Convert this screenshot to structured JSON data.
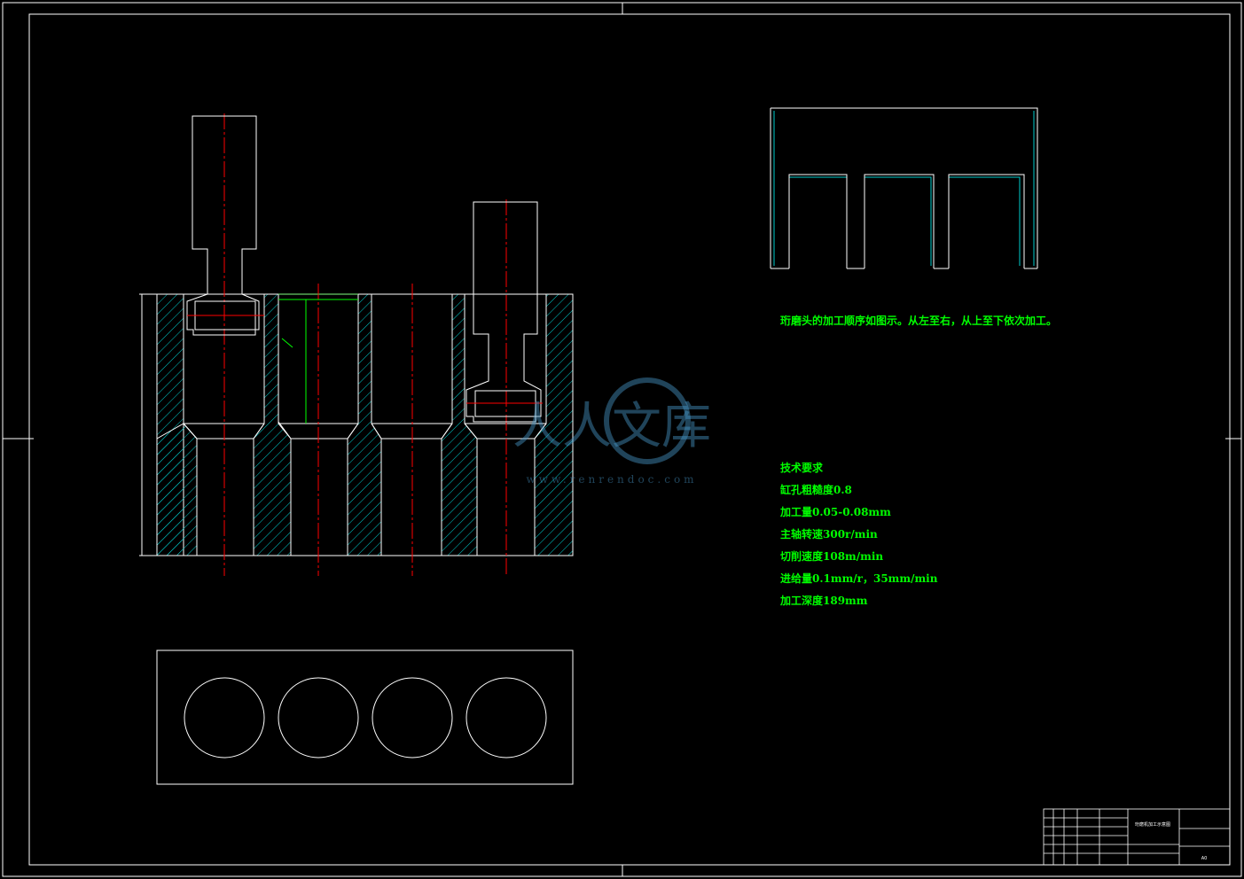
{
  "process_note": "珩磨头的加工顺序如图示。从左至右，从上至下依次加工。",
  "tech_requirements": {
    "title": "技术要求",
    "items": [
      "缸孔粗糙度0.8",
      "加工量0.05-0.08mm",
      "主轴转速300r/min",
      "切削速度108m/min",
      "进给量0.1mm/r，35mm/min",
      "加工深度189mm"
    ]
  },
  "title_block": {
    "drawing_title": "珩磨机加工示意图",
    "sheet_size": "A0"
  },
  "watermark": {
    "brand": "人人文库",
    "url": "www.renrendoc.com"
  },
  "colors": {
    "background": "#000000",
    "outline": "#ffffff",
    "centerline": "#ff0000",
    "hatch": "#00cccc",
    "annotation": "#00ff00",
    "path": "#00cccc"
  }
}
